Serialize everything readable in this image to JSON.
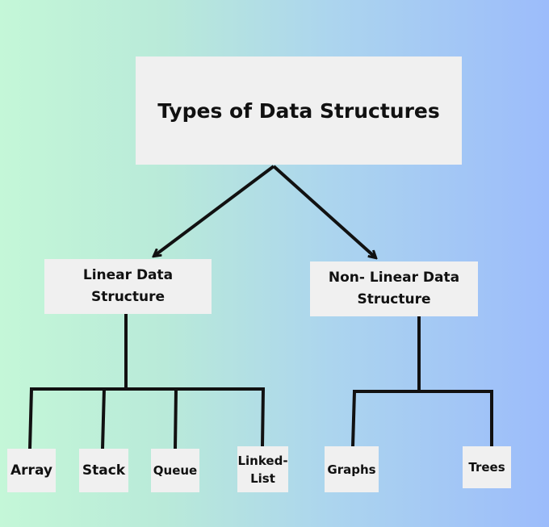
{
  "title": "Types of Data Structures",
  "categories": [
    {
      "label": "Linear Data\nStructure",
      "children": [
        "Array",
        "Stack",
        "Queue",
        "Linked-\nList"
      ]
    },
    {
      "label": "Non- Linear Data\nStructure",
      "children": [
        "Graphs",
        "Trees"
      ]
    }
  ],
  "colors": {
    "box_fill": "#f0f0f0",
    "line": "#111111",
    "background_left": "#c4f7d8",
    "background_right": "#9cbcfb"
  }
}
